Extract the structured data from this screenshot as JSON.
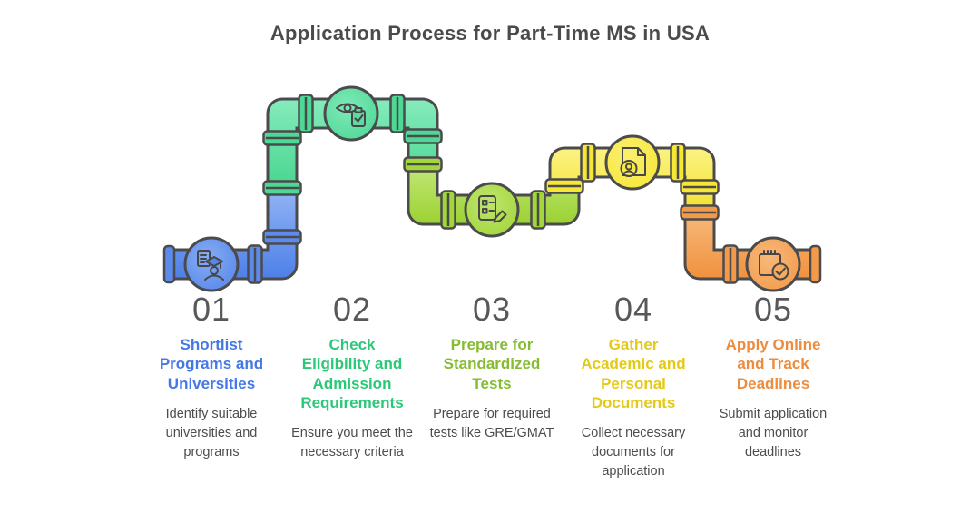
{
  "title": "Application Process for Part-Time MS in USA",
  "steps": [
    {
      "number": "01",
      "title": "Shortlist\nPrograms and\nUniversities",
      "description": "Identify suitable\nuniversities and\nprograms",
      "accent_color": "#4478e4",
      "node_color": "#5787ea",
      "icon": "graduation-document-icon"
    },
    {
      "number": "02",
      "title": "Check\nEligibility and\nAdmission\nRequirements",
      "description": "Ensure you meet the\nnecessary criteria",
      "accent_color": "#2bc878",
      "node_color": "#4ed895",
      "icon": "eye-clipboard-check-icon"
    },
    {
      "number": "03",
      "title": "Prepare for\nStandardized\nTests",
      "description": "Prepare for required\ntests like GRE/GMAT",
      "accent_color": "#85bc30",
      "node_color": "#a2d63a",
      "icon": "checklist-pencil-icon"
    },
    {
      "number": "04",
      "title": "Gather\nAcademic and\nPersonal\nDocuments",
      "description": "Collect necessary\ndocuments for\napplication",
      "accent_color": "#e4c916",
      "node_color": "#f7e735",
      "icon": "document-person-icon"
    },
    {
      "number": "05",
      "title": "Apply Online\nand Track\nDeadlines",
      "description": "Submit application\nand monitor\ndeadlines",
      "accent_color": "#ed8c3d",
      "node_color": "#f29a49",
      "icon": "notepad-check-icon"
    }
  ],
  "palette": {
    "pipe_blue": "#5d8beb",
    "pipe_green": "#4ed895",
    "pipe_lime": "#a2d63a",
    "pipe_yellow": "#f7e735",
    "pipe_orange": "#f29a49",
    "pipe_outline": "#4b4b4d",
    "number_color": "#58585a",
    "heading_color": "#4b4b4d",
    "description_color": "#4b4c4e",
    "background": "#ffffff"
  }
}
